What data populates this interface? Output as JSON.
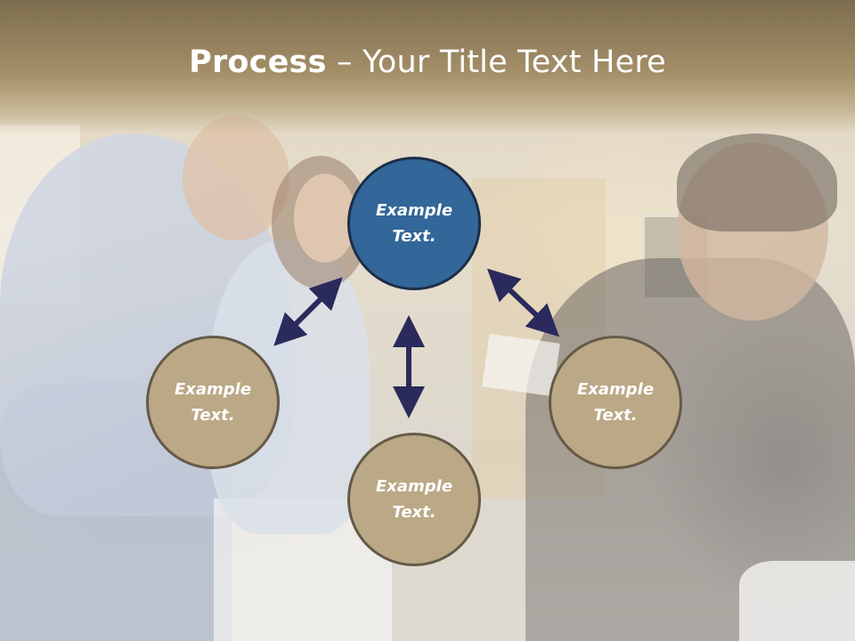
{
  "title": {
    "bold": "Process",
    "rest": " – Your Title Text Here"
  },
  "circles": {
    "top": {
      "line1": "Example",
      "line2": "Text."
    },
    "left": {
      "line1": "Example",
      "line2": "Text."
    },
    "right": {
      "line1": "Example",
      "line2": "Text."
    },
    "bottom": {
      "line1": "Example",
      "line2": "Text."
    }
  },
  "colors": {
    "title_band": "#a48f68",
    "accent_circle": "#336699",
    "neutral_circle": "#bba886",
    "arrow": "#2a2a5c"
  }
}
